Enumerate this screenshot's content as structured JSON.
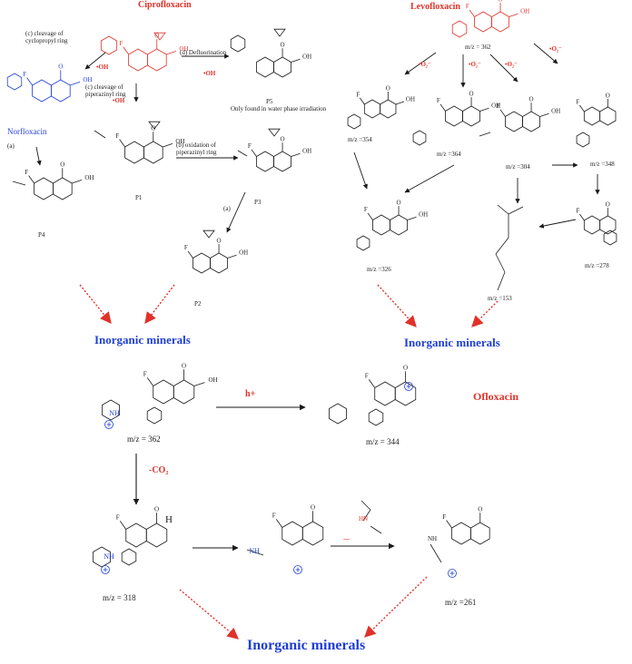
{
  "colors": {
    "red": "#e0322a",
    "blue": "#1f3fd6",
    "ink": "#1a1a1a"
  },
  "compounds": {
    "ciprofloxacin": "Ciprofloxacin",
    "levofloxacin": "Levofloxacin",
    "norfloxacin": "Norfloxacin",
    "ofloxacin": "Ofloxacin",
    "p1": "P1",
    "p2": "P2",
    "p3": "P3",
    "p4": "P4",
    "p5": "P5"
  },
  "steps": {
    "c_cyclopropyl": "(c) cleavage of cyclopropyl ring",
    "d_defluorination": "(d) Defluorination",
    "c_piperazinyl": "(c) cleavage of piperazinyl ring",
    "b_oxidation": "(b) oxidation of piperazinyl ring",
    "a_left": "(a)",
    "a_mid": "(a)",
    "p5_note": "Only found in water phase irradiation",
    "oh": "•OH",
    "o2": "•O₂⁻",
    "h_plus": "h+",
    "minus_co2": "-CO₂",
    "minus": "—"
  },
  "mz": {
    "levo": "m/z = 362",
    "m354": "m/z =354",
    "m364": "m/z =364",
    "m304": "m/z =304",
    "m348": "m/z =348",
    "m326": "m/z =326",
    "m278": "m/z =278",
    "m153": "m/z =153",
    "ofl362": "m/z = 362",
    "ofl344": "m/z = 344",
    "m318": "m/z = 318",
    "m261": "m/z =261"
  },
  "endpoints": {
    "left": "Inorganic minerals",
    "right": "Inorganic minerals",
    "bottom": "Inorganic minerals"
  },
  "atoms": {
    "F": "F",
    "N": "N",
    "O": "O",
    "OH": "OH",
    "NH": "NH",
    "H": "H",
    "HN": "HN"
  }
}
